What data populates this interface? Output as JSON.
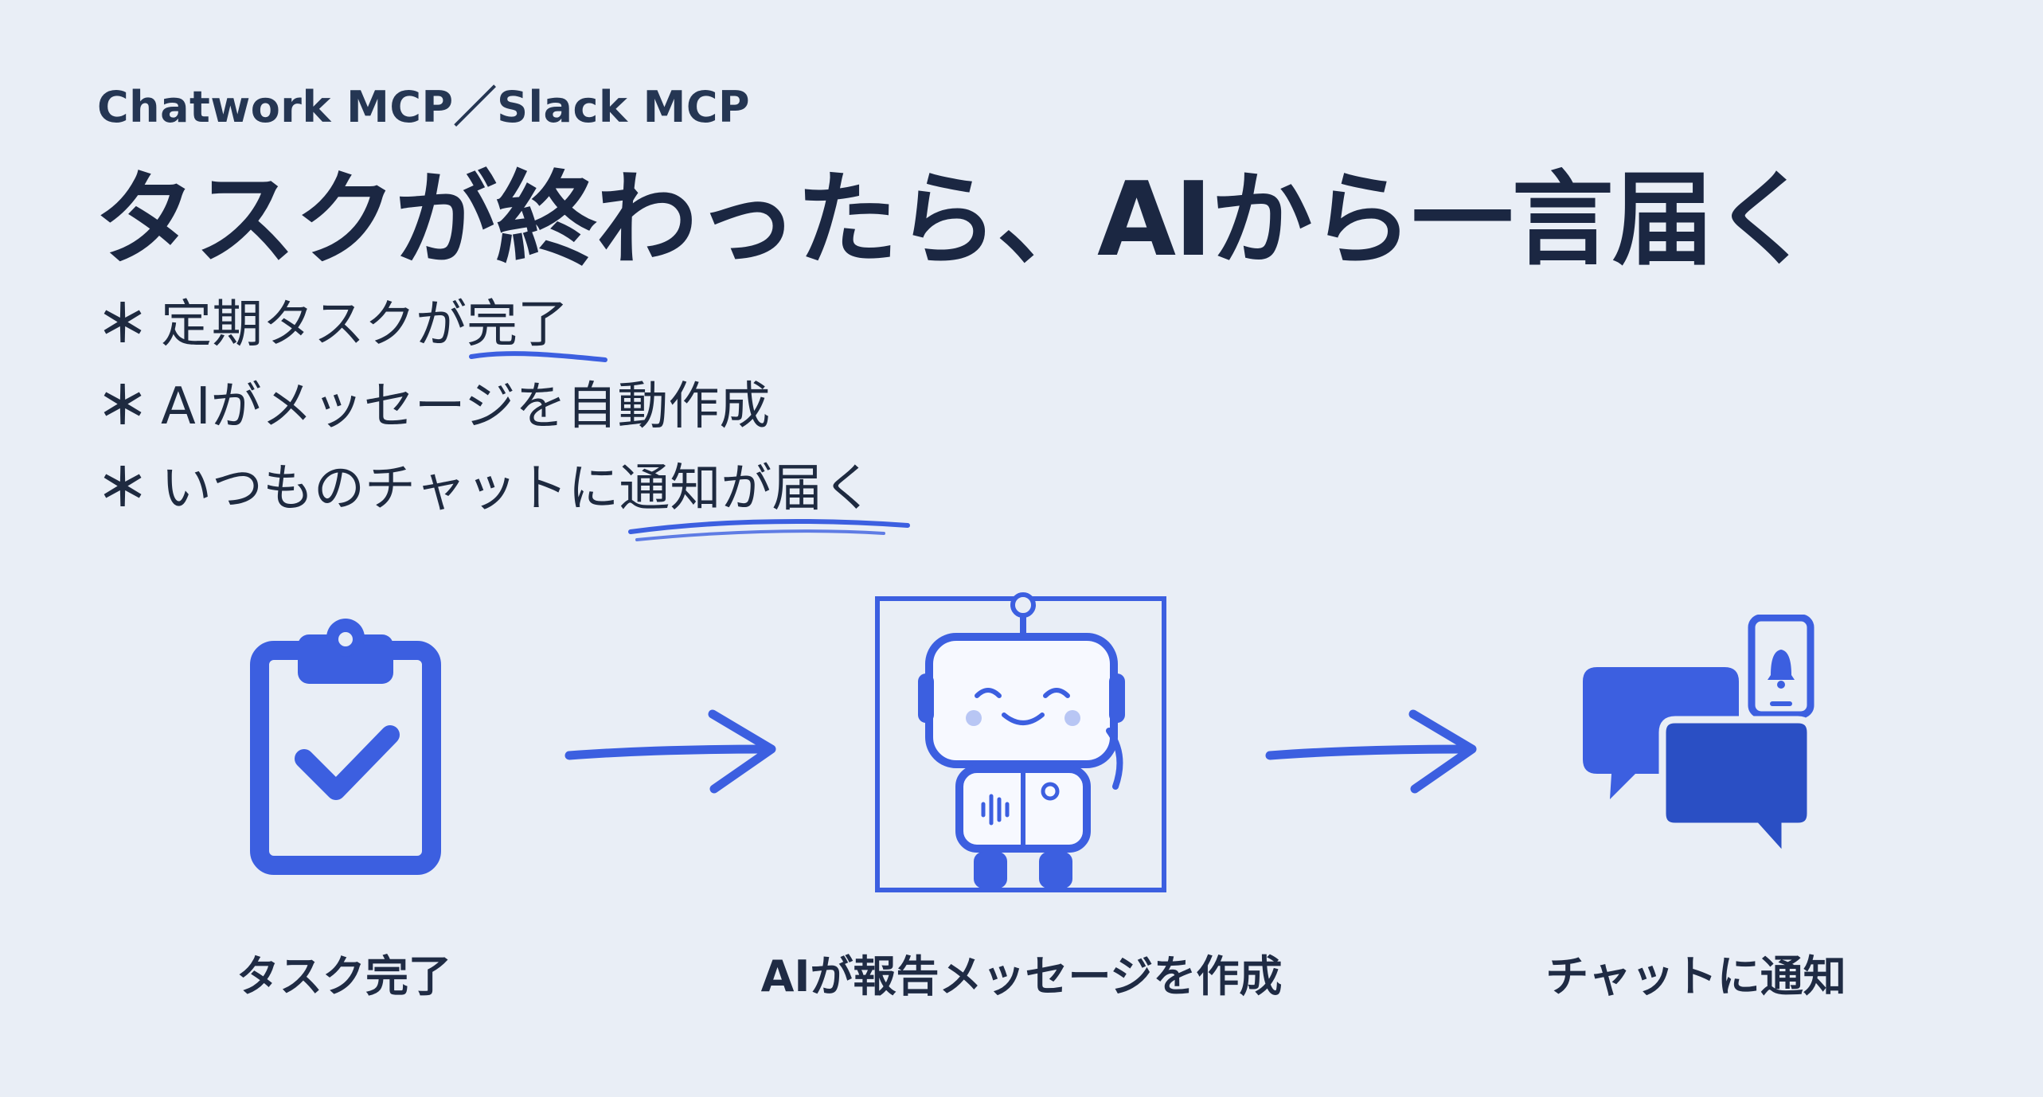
{
  "subtitle": "Chatwork MCP／Slack MCP",
  "title": "タスクが終わったら、AIから一言届く",
  "bullets": [
    {
      "mark": "＊",
      "text": "定期タスクが完了"
    },
    {
      "mark": "＊",
      "text": "AIがメッセージを自動作成"
    },
    {
      "mark": "＊",
      "text": "いつものチャットに通知が届く"
    }
  ],
  "flow": {
    "steps": [
      {
        "label": "タスク完了",
        "icon": "clipboard-check-icon"
      },
      {
        "label": "AIが報告メッセージを作成",
        "icon": "robot-icon"
      },
      {
        "label": "チャットに通知",
        "icon": "chat-notification-icon"
      }
    ]
  },
  "colors": {
    "background": "#e9eef6",
    "accent": "#3c5fe0",
    "accent_dark": "#2a4fc4",
    "text": "#1b2742"
  }
}
